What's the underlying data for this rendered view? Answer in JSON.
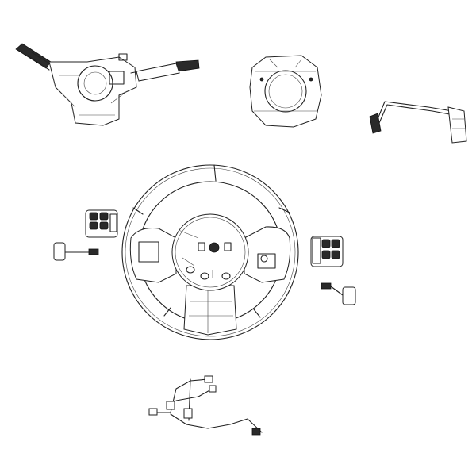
{
  "diagram": {
    "type": "exploded parts illustration",
    "line_color": "#222222",
    "background": "#ffffff",
    "components": [
      {
        "id": "multifunction-switch"
      },
      {
        "id": "clockspring"
      },
      {
        "id": "wiring-jumper"
      },
      {
        "id": "steering-wheel"
      },
      {
        "id": "left-control-switch"
      },
      {
        "id": "right-control-switch"
      },
      {
        "id": "left-switch-cable"
      },
      {
        "id": "right-switch-cable"
      },
      {
        "id": "wheel-wiring-harness"
      }
    ]
  }
}
